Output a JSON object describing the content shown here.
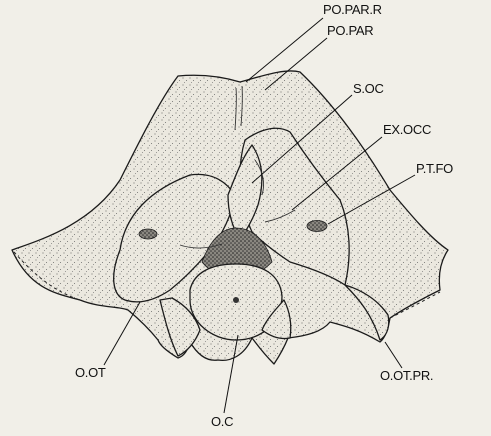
{
  "labels": {
    "po_par_r": "PO.PAR.R",
    "po_par": "PO.PAR",
    "soc": "S.OC",
    "ex_occ": "EX.OCC",
    "pt_fo": "P.T.FO",
    "o_ot": "O.OT",
    "o_ot_pr": "O.OT.PR.",
    "oc": "O.C"
  },
  "colors": {
    "background": "#f1efe8",
    "ink": "#1b1b1b",
    "bone": "#e6e3da"
  }
}
